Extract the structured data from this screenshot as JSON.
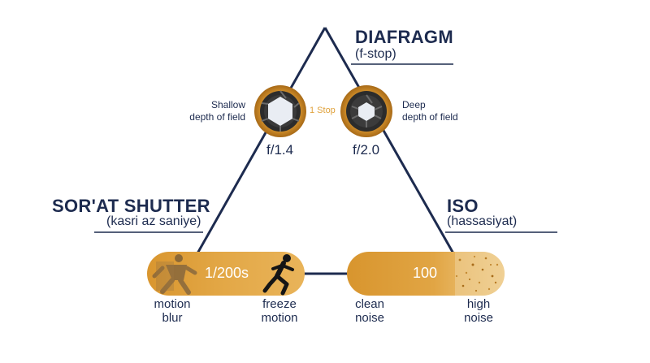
{
  "aperture": {
    "title": "DIAFRAGM",
    "subtitle": "(f-stop)",
    "left_caption": [
      "Shallow",
      "depth of field"
    ],
    "right_caption": [
      "Deep",
      "depth of field"
    ],
    "stop_label": "1 Stop",
    "left_value": "f/1.4",
    "right_value": "f/2.0"
  },
  "shutter": {
    "title": "SOR'AT SHUTTER",
    "subtitle": "(kasri az saniye)",
    "value": "1/200s",
    "left_caption": [
      "motion",
      "blur"
    ],
    "right_caption": [
      "freeze",
      "motion"
    ]
  },
  "iso": {
    "title": "ISO",
    "subtitle": "(hassasiyat)",
    "value": "100",
    "left_caption": [
      "clean",
      "noise"
    ],
    "right_caption": [
      "high",
      "noise"
    ]
  },
  "colors": {
    "navy": "#1d2b4f",
    "gold": "#e0a23c",
    "gold_light": "#f0c77c"
  },
  "icons": {
    "aperture_open": "aperture-wide-icon",
    "aperture_narrow": "aperture-narrow-icon",
    "blurred_runner": "motion-blur-runner-icon",
    "sharp_runner": "freeze-runner-icon",
    "noise_texture": "noise-texture-icon"
  }
}
